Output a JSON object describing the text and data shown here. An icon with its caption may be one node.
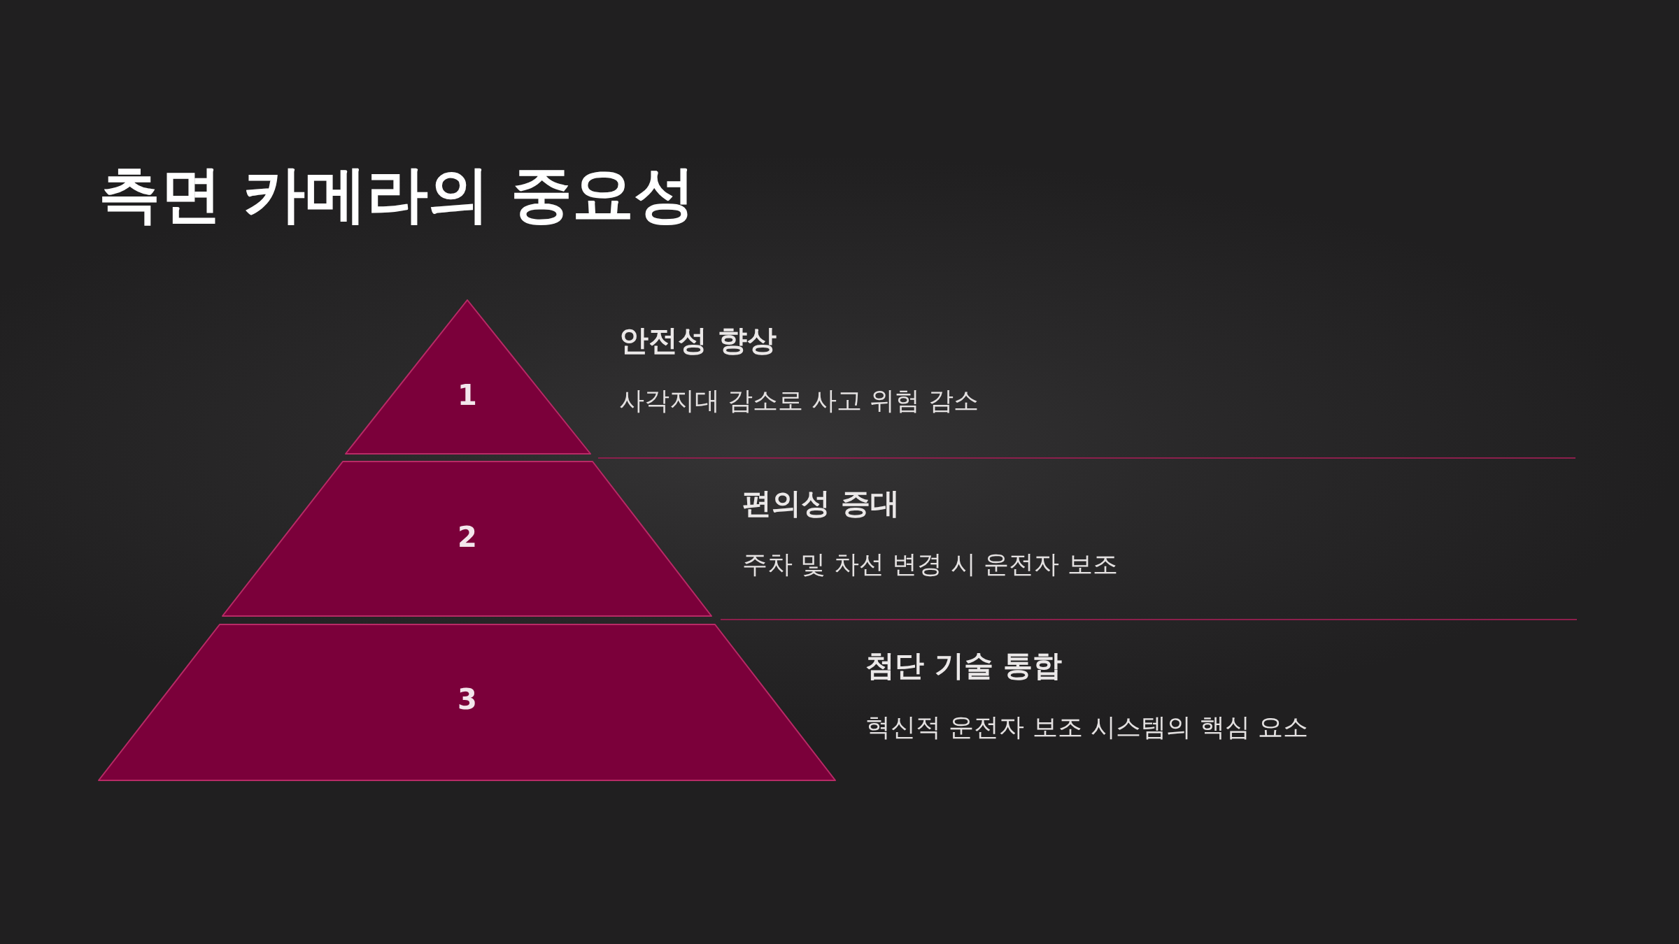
{
  "diagram": {
    "title": "측면 카메라의 중요성",
    "nodes": [
      {
        "text": [
          "1"
        ],
        "beside": [
          "안전성 향상",
          "사각지대 감소로 사고 위험 감소"
        ]
      },
      {
        "text": [
          "2"
        ],
        "beside": [
          "편의성 증대",
          "주차 및 차선 변경 시 운전자 보조"
        ]
      },
      {
        "text": [
          "3"
        ],
        "beside": [
          "첨단 기술 통합",
          "혁신적 운전자 보조 시스템의 핵심 요소"
        ]
      }
    ]
  }
}
